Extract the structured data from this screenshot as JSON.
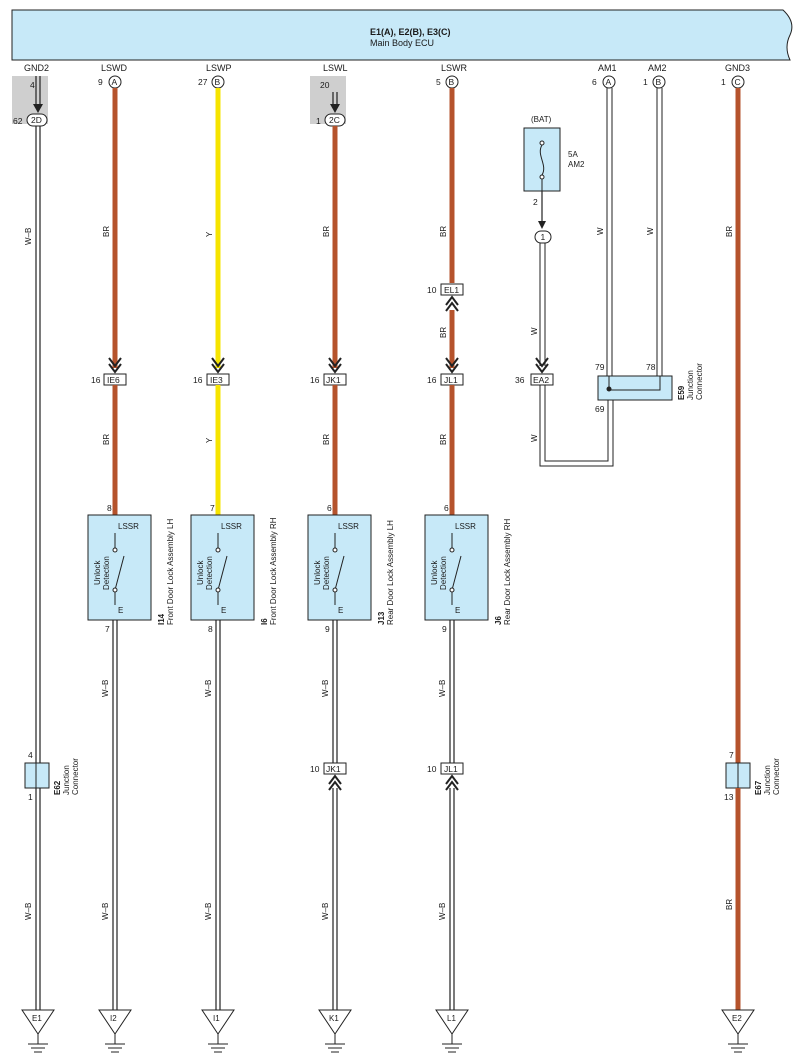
{
  "ecu": {
    "code": "E1(A), E2(B), E3(C)",
    "name": "Main Body ECU",
    "terminals": [
      {
        "name": "GND2",
        "pin": "4",
        "conn": ""
      },
      {
        "name": "LSWD",
        "pin": "9",
        "conn": "A"
      },
      {
        "name": "LSWP",
        "pin": "27",
        "conn": "B"
      },
      {
        "name": "LSWL",
        "pin": "20",
        "conn": ""
      },
      {
        "name": "LSWR",
        "pin": "5",
        "conn": "B"
      },
      {
        "name": "AM1",
        "pin": "6",
        "conn": "A"
      },
      {
        "name": "AM2",
        "pin": "1",
        "conn": "B"
      },
      {
        "name": "GND3",
        "pin": "1",
        "conn": "C"
      }
    ]
  },
  "junctions_top": [
    {
      "pin": "62",
      "conn": "2D"
    },
    {
      "pin": "1",
      "conn": "2C"
    }
  ],
  "wire_colors": {
    "gnd2": "W–B",
    "lswd_upper": "BR",
    "lswd_mid": "BR",
    "lswd_lower1": "W–B",
    "lswd_lower2": "W–B",
    "lswp_upper": "Y",
    "lswp_mid": "Y",
    "lswp_lower1": "W–B",
    "lswp_lower2": "W–B",
    "lswl_upper": "BR",
    "lswl_mid": "BR",
    "lswl_lower1": "W–B",
    "lswl_lower2": "W–B",
    "lswr_upper": "BR",
    "lswr_el1": "BR",
    "lswr_mid": "BR",
    "lswr_lower1": "W–B",
    "lswr_lower2": "W–B",
    "bat_line": "W",
    "bat_lower": "W",
    "am1": "W",
    "am2": "W",
    "gnd3_upper": "BR",
    "gnd3_lower": "BR"
  },
  "connectors": {
    "ie6": {
      "pin": "16",
      "name": "IE6"
    },
    "ie3": {
      "pin": "16",
      "name": "IE3"
    },
    "jk1_top": {
      "pin": "16",
      "name": "JK1"
    },
    "jl1_top": {
      "pin": "16",
      "name": "JL1"
    },
    "el1": {
      "pin": "10",
      "name": "EL1"
    },
    "ea2": {
      "pin": "36",
      "name": "EA2"
    },
    "jk1_bottom": {
      "pin": "10",
      "name": "JK1"
    },
    "jl1_bottom": {
      "pin": "10",
      "name": "JL1"
    }
  },
  "fuse": {
    "source": "(BAT)",
    "rating": "5A",
    "name": "AM2",
    "pin": "2",
    "splice": "1"
  },
  "e59": {
    "code": "E59",
    "type1": "Junction",
    "type2": "Connector",
    "pin_a": "79",
    "pin_b": "78",
    "pin_c": "69"
  },
  "switches": [
    {
      "code": "I14",
      "name": "Front Door Lock Assembly LH",
      "pin_top": "8",
      "pin_bottom": "7",
      "term_top": "LSSR",
      "term_bottom": "E",
      "inner1": "Unlock",
      "inner2": "Detection"
    },
    {
      "code": "I6",
      "name": "Front Door Lock Assembly RH",
      "pin_top": "7",
      "pin_bottom": "8",
      "term_top": "LSSR",
      "term_bottom": "E",
      "inner1": "Unlock",
      "inner2": "Detection"
    },
    {
      "code": "J13",
      "name": "Rear Door Lock Assembly LH",
      "pin_top": "6",
      "pin_bottom": "9",
      "term_top": "LSSR",
      "term_bottom": "E",
      "inner1": "Unlock",
      "inner2": "Detection"
    },
    {
      "code": "J6",
      "name": "Rear Door Lock Assembly RH",
      "pin_top": "6",
      "pin_bottom": "9",
      "term_top": "LSSR",
      "term_bottom": "E",
      "inner1": "Unlock",
      "inner2": "Detection"
    }
  ],
  "e62": {
    "code": "E62",
    "type1": "Junction",
    "type2": "Connector",
    "pin_top": "4",
    "pin_bottom": "1"
  },
  "e67": {
    "code": "E67",
    "type1": "Junction",
    "type2": "Connector",
    "pin_top": "7",
    "pin_bottom": "13"
  },
  "grounds": [
    "E1",
    "I2",
    "I1",
    "K1",
    "L1",
    "E2"
  ],
  "colors": {
    "ecu_fill": "#c7e9f8",
    "brown": "#b5532c",
    "yellow": "#f6e400",
    "component_fill": "#c7e9f8",
    "shade": "#cfcfcf",
    "line": "#222222"
  }
}
